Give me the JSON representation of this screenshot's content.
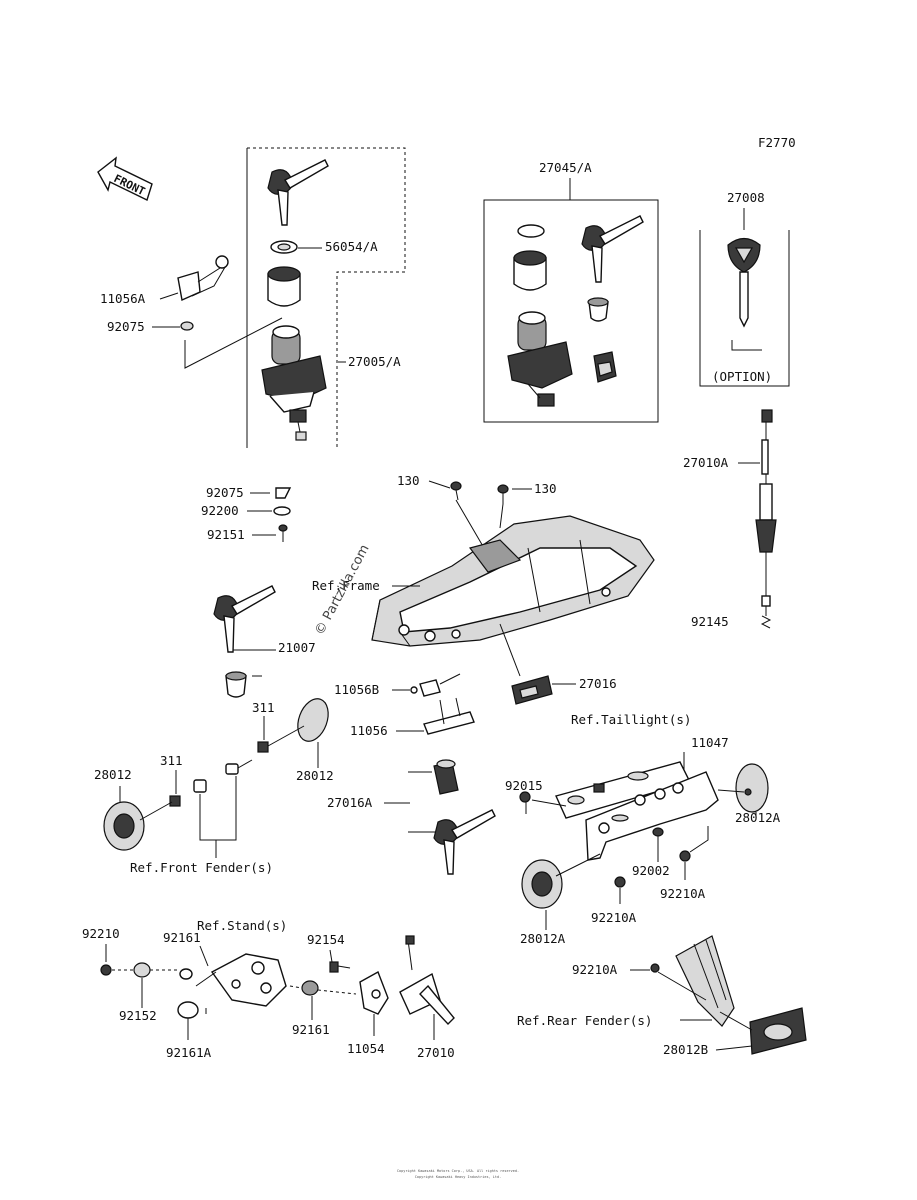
{
  "figure_code": "F2770",
  "direction_arrow": "FRONT",
  "watermark": "© Partzilla.com",
  "copyright_line_1": "Copyright Kawasaki Motors Corp., USA. All rights reserved.",
  "copyright_line_2": "Copyright Kawasaki Heavy Industries, Ltd.",
  "option_label": "(OPTION)",
  "parts": {
    "p_56054A": "56054/A",
    "p_11056A": "11056A",
    "p_92075_top": "92075",
    "p_27005A": "27005/A",
    "p_27045A": "27045/A",
    "p_27008": "27008",
    "p_27010A": "27010A",
    "p_92145": "92145",
    "p_92075_mid": "92075",
    "p_92200": "92200",
    "p_92151": "92151",
    "p_130_left": "130",
    "p_130_right": "130",
    "p_21007": "21007",
    "p_11056B": "11056B",
    "p_27016": "27016",
    "p_11056": "11056",
    "p_27016A": "27016A",
    "p_311_right": "311",
    "p_311_left": "311",
    "p_28012_left": "28012",
    "p_28012_right": "28012",
    "p_92015": "92015",
    "p_11047": "11047",
    "p_28012A_right": "28012A",
    "p_92002": "92002",
    "p_92210A_a": "92210A",
    "p_92210A_b": "92210A",
    "p_28012A_bottom": "28012A",
    "p_92210A_c": "92210A",
    "p_28012B": "28012B",
    "p_92210": "92210",
    "p_92161_top": "92161",
    "p_92154": "92154",
    "p_92152": "92152",
    "p_92161_mid": "92161",
    "p_92161A": "92161A",
    "p_11054": "11054",
    "p_27010": "27010"
  },
  "references": {
    "frame": "Ref.Frame",
    "taillight": "Ref.Taillight(s)",
    "front_fender": "Ref.Front Fender(s)",
    "stand": "Ref.Stand(s)",
    "rear_fender": "Ref.Rear Fender(s)"
  }
}
